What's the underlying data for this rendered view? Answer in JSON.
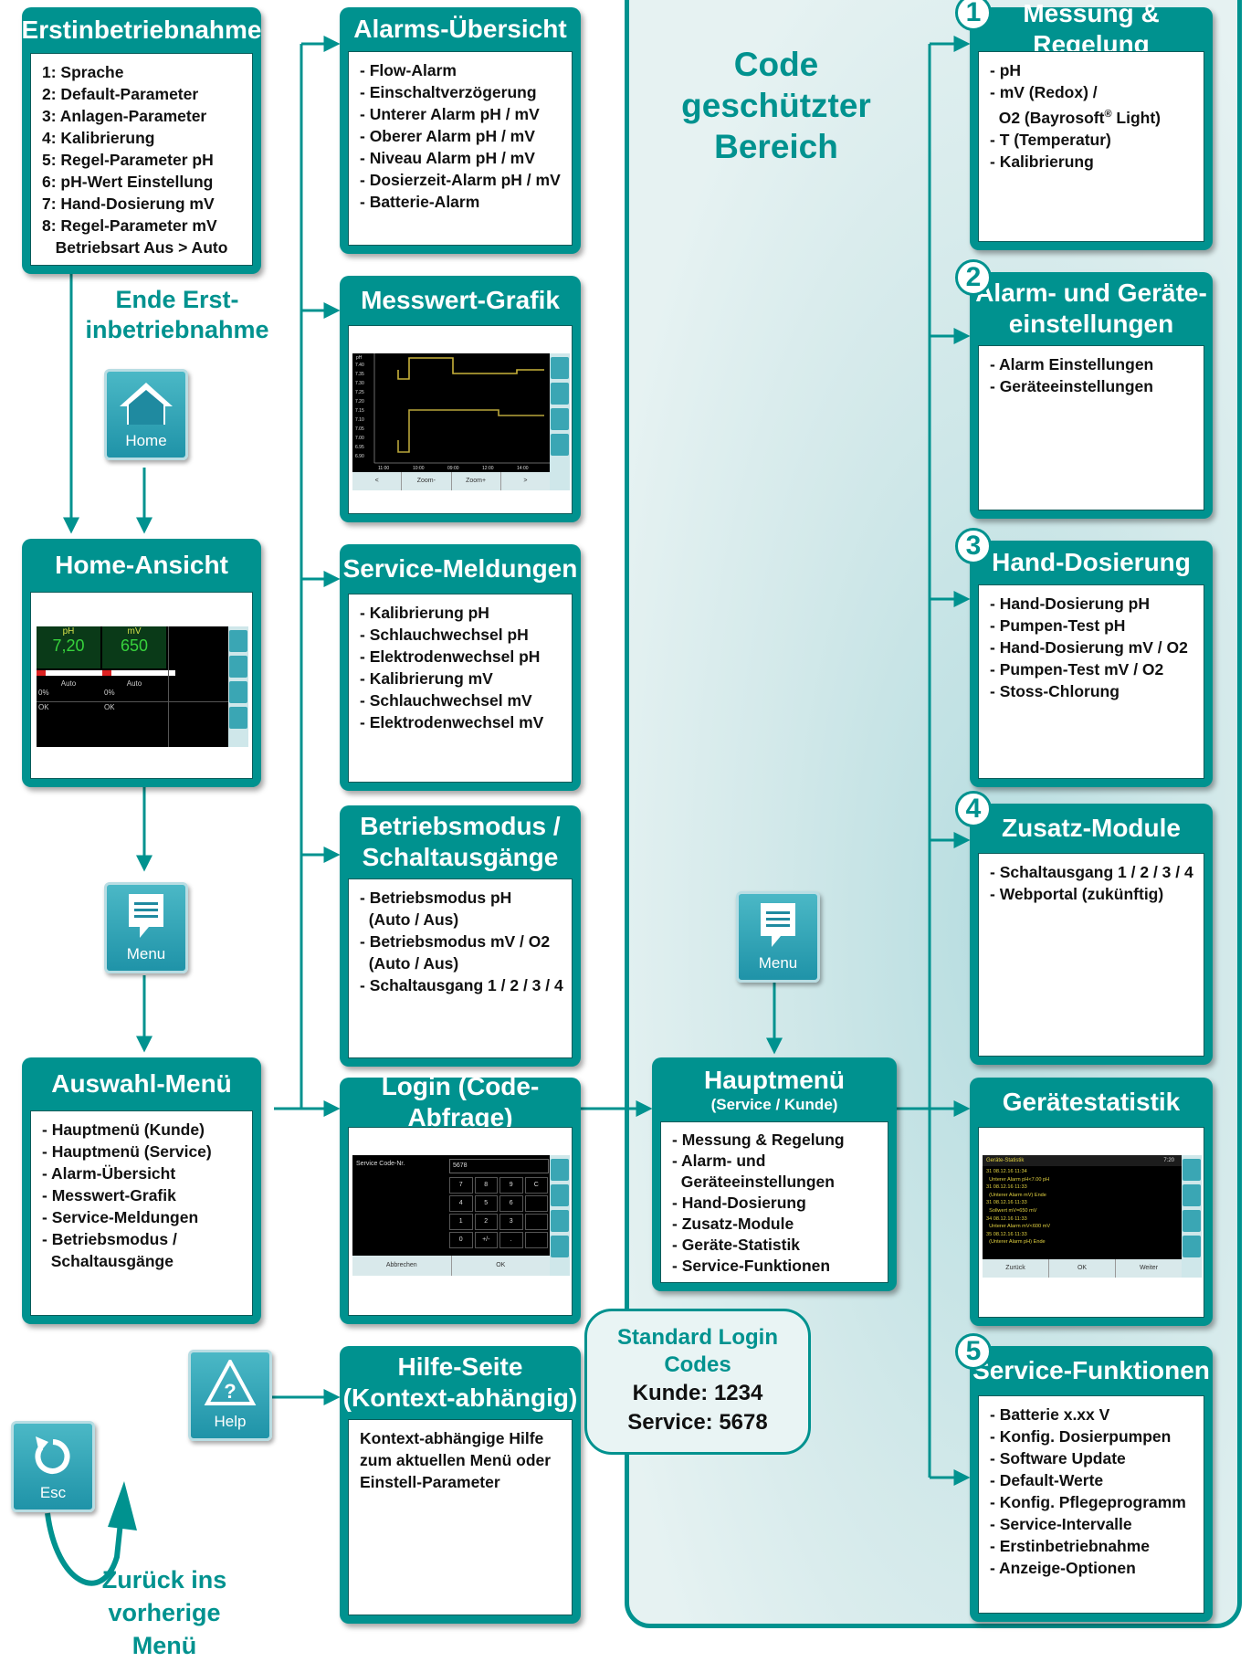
{
  "protected_zone": {
    "title_lines": [
      "Code",
      "geschützter",
      "Bereich"
    ]
  },
  "erstinbetriebnahme": {
    "title": "Erstinbetriebnahme",
    "items": [
      "1: Sprache",
      "2: Default-Parameter",
      "3: Anlagen-Parameter",
      "4: Kalibrierung",
      "5: Regel-Parameter pH",
      "6: pH-Wert Einstellung",
      "7: Hand-Dosierung mV",
      "8: Regel-Parameter mV",
      "   Betriebsart Aus > Auto"
    ]
  },
  "ende_label": [
    "Ende Erst-",
    "inbetriebnahme"
  ],
  "home_icon": {
    "label": "Home",
    "icon": "house-icon"
  },
  "home_ansicht": {
    "title": "Home-Ansicht",
    "screen": {
      "ph_label": "pH",
      "ph_value": "7,20",
      "mv_label": "mV",
      "mv_value": "650",
      "mode1": "Auto",
      "mode2": "Auto",
      "dose1": "0%",
      "dose2": "0%",
      "status1": "OK",
      "status2": "OK"
    }
  },
  "menu_icon": {
    "label": "Menu",
    "icon": "speech-bubble-icon"
  },
  "auswahl_menu": {
    "title": "Auswahl-Menü",
    "items": [
      "- Hauptmenü (Kunde)",
      "- Hauptmenü (Service)",
      "- Alarm-Übersicht",
      "- Messwert-Grafik",
      "- Service-Meldungen",
      "- Betriebsmodus /",
      "  Schaltausgänge"
    ]
  },
  "esc_icon": {
    "label": "Esc",
    "icon": "back-arrow-icon"
  },
  "zurueck_label": [
    "Zurück ins",
    "vorherige Menü"
  ],
  "alarms": {
    "title": "Alarms-Übersicht",
    "items": [
      "- Flow-Alarm",
      "- Einschaltverzögerung",
      "- Unterer Alarm pH / mV",
      "- Oberer Alarm pH / mV",
      "- Niveau Alarm pH / mV",
      "- Dosierzeit-Alarm pH / mV",
      "- Batterie-Alarm"
    ]
  },
  "messwert": {
    "title": "Messwert-Grafik",
    "screen": {
      "y_title": "pH",
      "y_ticks": [
        "7.40",
        "7.35",
        "7.30",
        "7.25",
        "7.20",
        "7.15",
        "7.10",
        "7.05",
        "7.00",
        "6.95",
        "6.90"
      ],
      "x_ticks": [
        "11:00",
        "10:00",
        "09:00",
        "12:00",
        "14:00"
      ],
      "buttons": [
        "<",
        "Zoom-",
        "Zoom+",
        ">"
      ]
    }
  },
  "service_meldungen": {
    "title": "Service-Meldungen",
    "items": [
      "- Kalibrierung pH",
      "- Schlauchwechsel pH",
      "- Elektrodenwechsel pH",
      "- Kalibrierung mV",
      "- Schlauchwechsel mV",
      "- Elektrodenwechsel mV"
    ]
  },
  "betriebsmodus": {
    "title_lines": [
      "Betriebsmodus /",
      "Schaltausgänge"
    ],
    "items": [
      "- Betriebsmodus pH",
      "  (Auto / Aus)",
      "- Betriebsmodus mV / O2",
      "  (Auto / Aus)",
      "- Schaltausgang 1 / 2 / 3 / 4"
    ]
  },
  "login": {
    "title": "Login (Code-Abfrage)",
    "screen": {
      "field_label": "Service Code-Nr.",
      "field_value": "5678",
      "keys": [
        "7",
        "8",
        "9",
        "C",
        "4",
        "5",
        "6",
        "",
        "1",
        "2",
        "3",
        "",
        "0",
        "+/-",
        ".",
        ""
      ],
      "cancel": "Abbrechen",
      "ok": "OK"
    }
  },
  "help_icon": {
    "label": "Help",
    "icon": "warning-question-icon"
  },
  "hilfe": {
    "title_lines": [
      "Hilfe-Seite",
      "(Kontext-abhängig)"
    ],
    "text": "Kontext-abhängige Hilfe\nzum aktuellen Menü oder\nEinstell-Parameter"
  },
  "hauptmenu": {
    "title": "Hauptmenü",
    "subtitle": "(Service / Kunde)",
    "items": [
      "- Messung & Regelung",
      "- Alarm- und",
      "  Geräteeinstellungen",
      "- Hand-Dosierung",
      "- Zusatz-Module",
      "- Geräte-Statistik",
      "- Service-Funktionen"
    ]
  },
  "menu_icon2": {
    "label": "Menu",
    "icon": "speech-bubble-icon"
  },
  "login_codes": {
    "title_lines": [
      "Standard Login",
      "Codes"
    ],
    "kunde": "Kunde: 1234",
    "service": "Service: 5678"
  },
  "messung": {
    "number": "1",
    "title": "Messung & Regelung",
    "items": [
      "- pH",
      "- mV (Redox) /",
      "  O2 (Bayrosoft",
      "- T (Temperatur)",
      "- Kalibrierung"
    ],
    "reg_mark": "®",
    "light": " Light)"
  },
  "alarm_geraete": {
    "number": "2",
    "title_lines": [
      "Alarm- und Geräte-",
      "einstellungen"
    ],
    "items": [
      "- Alarm Einstellungen",
      "- Geräteeinstellungen"
    ]
  },
  "hand_dosierung": {
    "number": "3",
    "title": "Hand-Dosierung",
    "items": [
      "- Hand-Dosierung pH",
      "- Pumpen-Test pH",
      "- Hand-Dosierung mV / O2",
      "- Pumpen-Test mV / O2",
      "- Stoss-Chlorung"
    ]
  },
  "zusatz": {
    "number": "4",
    "title": "Zusatz-Module",
    "items": [
      "- Schaltausgang 1 / 2 / 3 / 4",
      "- Webportal (zukünftig)"
    ]
  },
  "geraetestatistik": {
    "title": "Gerätestatistik",
    "screen": {
      "header": "Geräte-Statistik",
      "time": "7:20",
      "lines": [
        "31 08.12.16 11:34",
        "  Unterer Alarm pH<7.00 pH",
        "31 08.12.16 11:33",
        "  (Unterer Alarm mV) Ende",
        "31 08.12.16 11:33",
        "  Sollwert mV=650 mV",
        "34 08.12.16 11:33",
        "  Unterer Alarm mV<600 mV",
        "35 08.12.16 11:33",
        "  (Unterer Alarm pH) Ende"
      ],
      "buttons": [
        "Zurück",
        "OK",
        "Weiter"
      ]
    }
  },
  "service_funktionen": {
    "number": "5",
    "title": "Service-Funktionen",
    "items": [
      "- Batterie x.xx V",
      "- Konfig. Dosierpumpen",
      "- Software Update",
      "- Default-Werte",
      "- Konfig. Pflegeprogramm",
      "- Service-Intervalle",
      "- Erstinbetriebnahme",
      "- Anzeige-Optionen"
    ]
  }
}
